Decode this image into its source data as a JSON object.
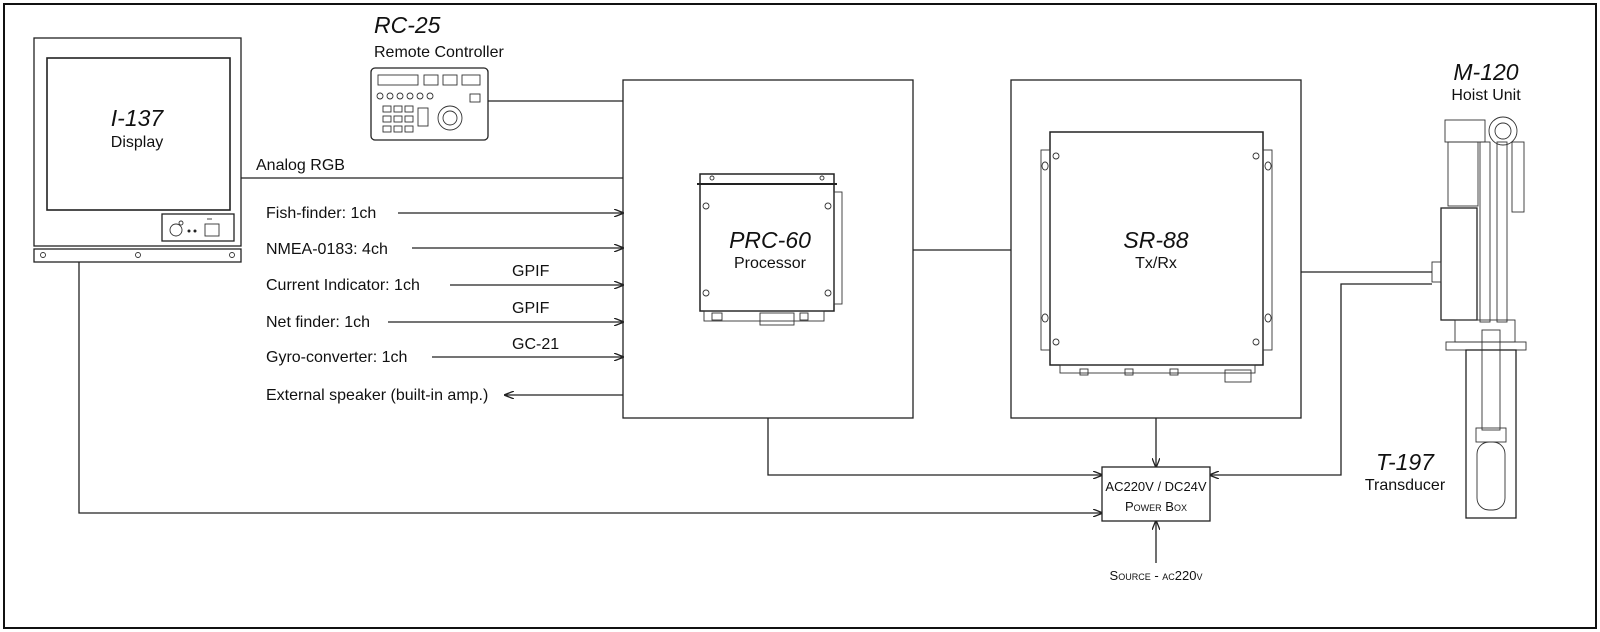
{
  "units": {
    "display": {
      "model": "I-137",
      "name": "Display"
    },
    "remote": {
      "model": "RC-25",
      "name": "Remote Controller"
    },
    "processor": {
      "model": "PRC-60",
      "name": "Processor"
    },
    "txrx": {
      "model": "SR-88",
      "name": "Tx/Rx"
    },
    "hoist": {
      "model": "M-120",
      "name": "Hoist Unit"
    },
    "transducer": {
      "model": "T-197",
      "name": "Transducer"
    }
  },
  "connections": {
    "analog_rgb": "Analog RGB",
    "inputs": [
      {
        "label": "Fish-finder: 1ch",
        "tag": ""
      },
      {
        "label": "NMEA-0183: 4ch",
        "tag": ""
      },
      {
        "label": "Current Indicator: 1ch",
        "tag": "GPIF"
      },
      {
        "label": "Net finder: 1ch",
        "tag": "GPIF"
      },
      {
        "label": "Gyro-converter: 1ch",
        "tag": "GC-21"
      }
    ],
    "speaker": "External speaker (built-in amp.)"
  },
  "power_box": {
    "line1": "AC220V / DC24V",
    "line2": "Power Box"
  },
  "source": "Source - ac220v"
}
